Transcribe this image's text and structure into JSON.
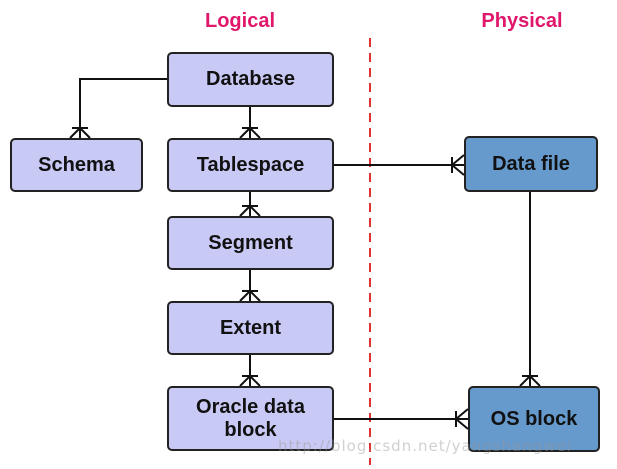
{
  "headings": {
    "logical": "Logical",
    "physical": "Physical"
  },
  "entities": {
    "database": "Database",
    "schema": "Schema",
    "tablespace": "Tablespace",
    "segment": "Segment",
    "extent": "Extent",
    "oracle_data_block": "Oracle data\nblock",
    "data_file": "Data file",
    "os_block": "OS block"
  },
  "colors": {
    "heading": "#e0176a",
    "logical_fill": "#c9c9f6",
    "physical_fill": "#6699cc",
    "divider": "#e03030"
  },
  "watermark": "http://blog.csdn.net/yangshangwei"
}
